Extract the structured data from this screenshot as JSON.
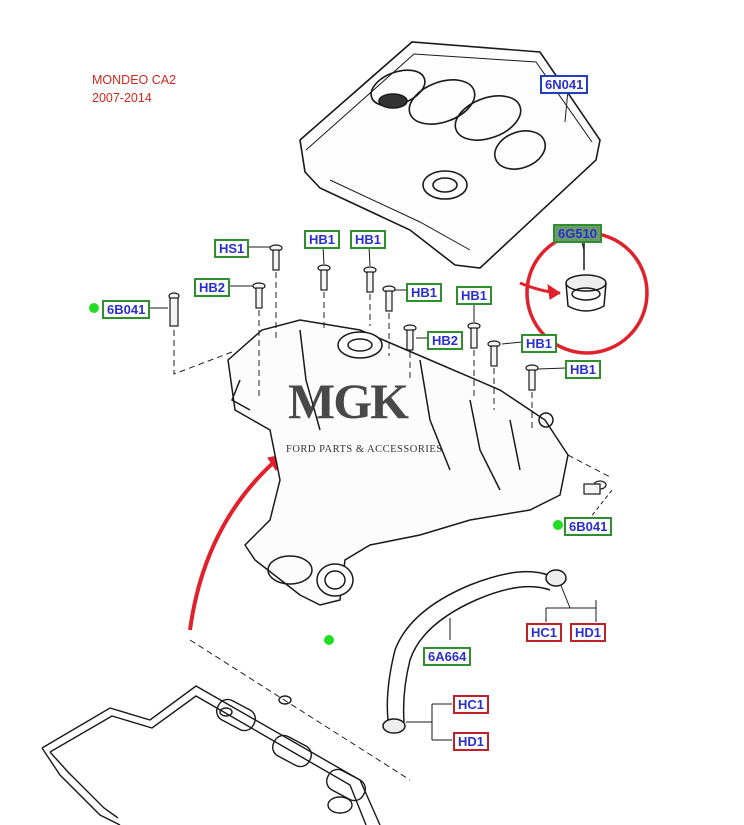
{
  "caption": {
    "model": "MONDEO CA2",
    "years": "2007-2014"
  },
  "watermark": {
    "logo": "MGK",
    "tagline": "FORD PARTS & ACCESSORIES"
  },
  "callouts": {
    "c6n041": "6N041",
    "c6g510": "6G510",
    "hs1": "HS1",
    "hb1_a": "HB1",
    "hb1_b": "HB1",
    "hb1_c": "HB1",
    "hb1_d": "HB1",
    "hb1_e": "HB1",
    "hb1_f": "HB1",
    "hb2_a": "HB2",
    "hb2_b": "HB2",
    "c6b041_left": "6B041",
    "c6b041_right": "6B041",
    "hc1_a": "HC1",
    "hd1_a": "HD1",
    "c6a664": "6A664",
    "hc1_b": "HC1",
    "hd1_b": "HD1"
  },
  "colors": {
    "label_text": "#2a2fd0",
    "green_frame": "#2f8f2f",
    "blue_frame": "#1f3fbf",
    "red_frame": "#c0202a",
    "highlight": "#e0202a",
    "marker_dot": "#22dd22",
    "caption": "#cc2a1e"
  }
}
